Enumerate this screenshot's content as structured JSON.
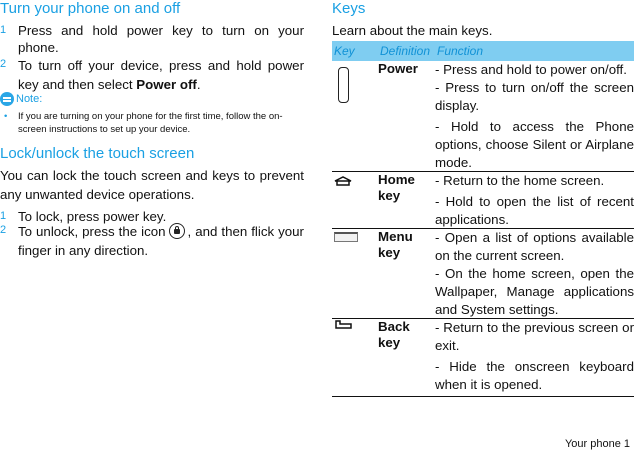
{
  "left": {
    "section1": {
      "title": "Turn your phone on and off",
      "steps": [
        {
          "num": "1",
          "text": "Press and hold power key to turn on your phone."
        },
        {
          "num": "2",
          "text_before": "To turn off your device, press and hold power key and then select ",
          "bold": "Power off",
          "text_after": "."
        }
      ],
      "note": {
        "label": "Note:",
        "bullet": "•",
        "text": "If you are turning on your phone for the first time, follow the on-screen instructions to set up your device."
      }
    },
    "section2": {
      "title": "Lock/unlock the touch screen",
      "intro": "You can lock the touch screen and keys to prevent any unwanted device operations.",
      "steps": [
        {
          "num": "1",
          "text": "To lock, press power key."
        },
        {
          "num": "2",
          "text_before": "To unlock, press the icon",
          "text_after": ", and then flick your finger in any direction."
        }
      ]
    }
  },
  "right": {
    "title": "Keys",
    "intro": "Learn about the main keys.",
    "table": {
      "headers": [
        "Key",
        "Definition",
        "Function"
      ],
      "header_bg": "#7fcdf1",
      "header_color": "#1192d6",
      "rows": [
        {
          "icon": "power-key-icon",
          "definition": "Power",
          "functions": [
            "- Press and hold to power on/off.",
            "- Press to turn on/off the screen display.",
            "- Hold to access the Phone options, choose Silent or Airplane mode."
          ]
        },
        {
          "icon": "home-key-icon",
          "definition": "Home key",
          "functions": [
            "- Return to the home screen.",
            "- Hold to open the list of recent applications."
          ]
        },
        {
          "icon": "menu-key-icon",
          "definition": "Menu key",
          "functions": [
            "- Open a list of options available on the current screen.",
            "- On the home screen, open the Wallpaper, Manage applications and System settings."
          ]
        },
        {
          "icon": "back-key-icon",
          "definition": "Back key",
          "functions": [
            "- Return to the previous screen or exit.",
            "- Hide the onscreen keyboard when it is opened."
          ]
        }
      ]
    }
  },
  "footer": {
    "text": "Your phone  1"
  },
  "colors": {
    "accent": "#1aa0e3"
  }
}
